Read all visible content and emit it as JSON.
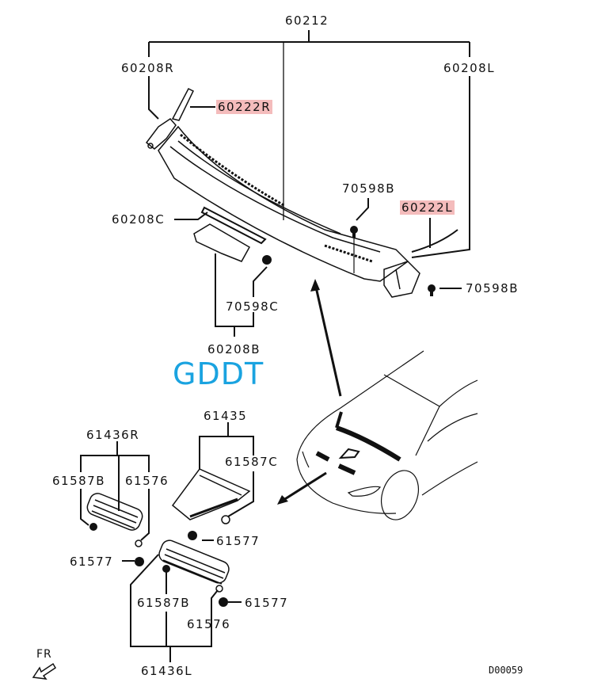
{
  "diagram": {
    "parts": {
      "p60212": "60212",
      "p60208R": "60208R",
      "p60208L": "60208L",
      "p60222R": "60222R",
      "p60222L": "60222L",
      "p70598B_top": "70598B",
      "p70598B_right": "70598B",
      "p60208C": "60208C",
      "p70598C": "70598C",
      "p60208B": "60208B",
      "p61435": "61435",
      "p61587C": "61587C",
      "p61436R": "61436R",
      "p61587B_r": "61587B",
      "p61576_r": "61576",
      "p61577_a": "61577",
      "p61577_b": "61577",
      "p61587B_l": "61587B",
      "p61577_c": "61577",
      "p61576_l": "61576",
      "p61436L": "61436L"
    },
    "highlight_color": "#f4bcbc",
    "watermark": "GDDT",
    "watermark_color": "#1aa3e0",
    "direction_label": "FR",
    "diagram_code": "D00059"
  }
}
